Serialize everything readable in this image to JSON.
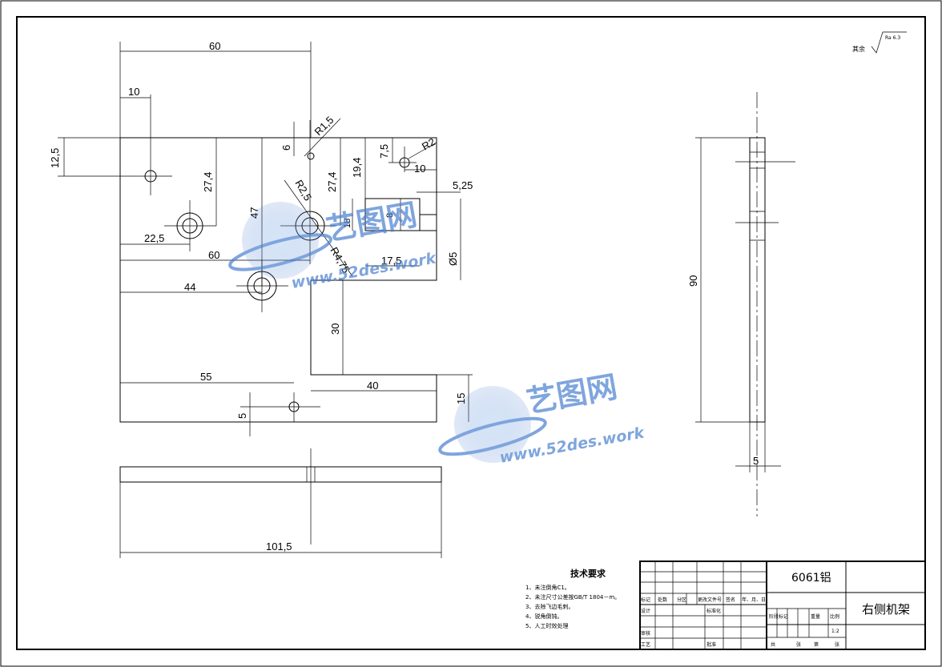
{
  "roughness": {
    "prefix": "其余",
    "value": "Ra 6.3"
  },
  "dimensions": {
    "d60_top": "60",
    "d10": "10",
    "d12_5": "12,5",
    "d27_4_left": "27,4",
    "d47": "47",
    "d22_5": "22,5",
    "d60_mid": "60",
    "d44": "44",
    "d55": "55",
    "d5_bottom": "5",
    "d6": "6",
    "r1_5": "R1,5",
    "r2_5": "R2,5",
    "r4_75": "R4,75",
    "d27_4_right": "27,4",
    "d19_4": "19,4",
    "d18": "18",
    "d8": "8",
    "d17_5": "17,5",
    "dia5": "Ø5",
    "d5_25": "5,25",
    "d7_5": "7,5",
    "r2": "R2",
    "d10_right": "10",
    "d30": "30",
    "d40": "40",
    "d15": "15",
    "d101_5": "101,5",
    "d90": "90",
    "d5_side": "5"
  },
  "tech_requirements": {
    "title": "技术要求",
    "items": [
      "1、未注倒角C1。",
      "2、未注尺寸公差按GB/T 1804－m。",
      "3、去除飞边毛刺。",
      "4、锐角倒钝。",
      "5、人工时效处理"
    ]
  },
  "title_block": {
    "material": "6061铝",
    "part_name": "右侧机架",
    "scale": "1:2",
    "headers": [
      "标记",
      "处数",
      "分区",
      "更改文件号",
      "签名",
      "年、月、日"
    ],
    "roles": [
      "设计",
      "审核",
      "工艺"
    ],
    "std": "标准化",
    "approve": "批准",
    "stage_labels": [
      "阶段标记",
      "重量",
      "比例"
    ],
    "sheet_labels": [
      "共",
      "张",
      "第",
      "张"
    ]
  },
  "watermark": {
    "brand": "艺图网",
    "url": "www.52des.work"
  }
}
